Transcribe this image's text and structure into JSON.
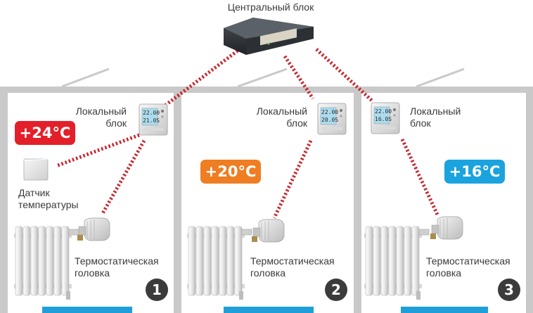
{
  "central": {
    "label": "Центральный блок"
  },
  "rooms": [
    {
      "number": "1",
      "temperature": "+24°C",
      "color": "#e3202a",
      "local_label_line1": "Локальный",
      "local_label_line2": "блок",
      "sensor_label_line1": "Датчик",
      "sensor_label_line2": "температуры",
      "head_label_line1": "Термостатическая",
      "head_label_line2": "головка",
      "lcd": [
        "22.00",
        "21.0S"
      ]
    },
    {
      "number": "2",
      "temperature": "+20°C",
      "color": "#ef7d22",
      "local_label_line1": "Локальный",
      "local_label_line2": "блок",
      "head_label_line1": "Термостатическая",
      "head_label_line2": "головка",
      "lcd": [
        "22.00",
        "20.0S"
      ]
    },
    {
      "number": "3",
      "temperature": "+16°C",
      "color": "#1aa3de",
      "local_label_line1": "Локальный",
      "local_label_line2": "блок",
      "head_label_line1": "Термостатическая",
      "head_label_line2": "головка",
      "lcd": [
        "22.00",
        "16.0S"
      ]
    }
  ],
  "colors": {
    "link": "#c8242c",
    "wall": "#c9c9c9",
    "floor": "#1e9fd9"
  }
}
